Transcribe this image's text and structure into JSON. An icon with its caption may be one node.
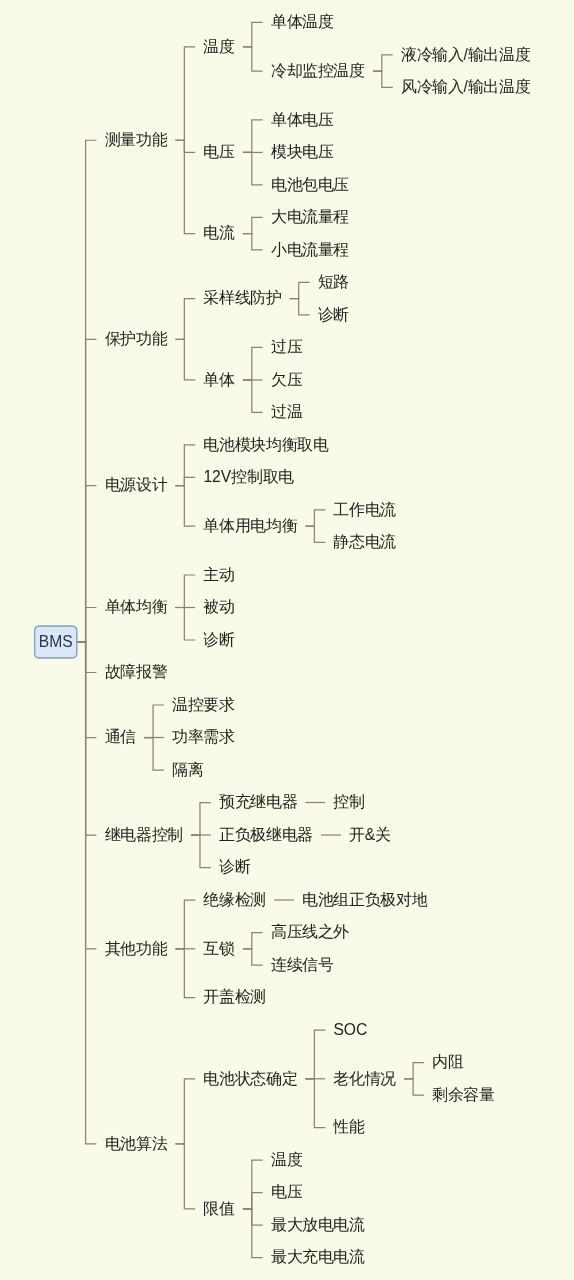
{
  "diagram": {
    "nodes": [
      {
        "text": [
          "BMS"
        ]
      },
      {
        "text": [
          "测量功能"
        ]
      },
      {
        "text": [
          "温度"
        ]
      },
      {
        "text": [
          "单体温度"
        ]
      },
      {
        "text": [
          "冷却监控温度"
        ]
      },
      {
        "text": [
          "液冷输入/输出温度"
        ]
      },
      {
        "text": [
          "风冷输入/输出温度"
        ]
      },
      {
        "text": [
          "电压"
        ]
      },
      {
        "text": [
          "单体电压"
        ]
      },
      {
        "text": [
          "模块电压"
        ]
      },
      {
        "text": [
          "电池包电压"
        ]
      },
      {
        "text": [
          "电流"
        ]
      },
      {
        "text": [
          "大电流量程"
        ]
      },
      {
        "text": [
          "小电流量程"
        ]
      },
      {
        "text": [
          "保护功能"
        ]
      },
      {
        "text": [
          "采样线防护"
        ]
      },
      {
        "text": [
          "短路"
        ]
      },
      {
        "text": [
          "诊断"
        ]
      },
      {
        "text": [
          "单体"
        ]
      },
      {
        "text": [
          "过压"
        ]
      },
      {
        "text": [
          "欠压"
        ]
      },
      {
        "text": [
          "过温"
        ]
      },
      {
        "text": [
          "电源设计"
        ]
      },
      {
        "text": [
          "电池模块均衡取电"
        ]
      },
      {
        "text": [
          "12V控制取电"
        ]
      },
      {
        "text": [
          "单体用电均衡"
        ]
      },
      {
        "text": [
          "工作电流"
        ]
      },
      {
        "text": [
          "静态电流"
        ]
      },
      {
        "text": [
          "单体均衡"
        ]
      },
      {
        "text": [
          "主动"
        ]
      },
      {
        "text": [
          "被动"
        ]
      },
      {
        "text": [
          "诊断"
        ]
      },
      {
        "text": [
          "故障报警"
        ]
      },
      {
        "text": [
          "通信"
        ]
      },
      {
        "text": [
          "温控要求"
        ]
      },
      {
        "text": [
          "功率需求"
        ]
      },
      {
        "text": [
          "隔离"
        ]
      },
      {
        "text": [
          "继电器控制"
        ]
      },
      {
        "text": [
          "预充继电器"
        ]
      },
      {
        "text": [
          "控制"
        ]
      },
      {
        "text": [
          "正负极继电器"
        ]
      },
      {
        "text": [
          "开&关"
        ]
      },
      {
        "text": [
          "诊断"
        ]
      },
      {
        "text": [
          "其他功能"
        ]
      },
      {
        "text": [
          "绝缘检测"
        ]
      },
      {
        "text": [
          "电池组正负极对地"
        ]
      },
      {
        "text": [
          "互锁"
        ]
      },
      {
        "text": [
          "高压线之外"
        ]
      },
      {
        "text": [
          "连续信号"
        ]
      },
      {
        "text": [
          "开盖检测"
        ]
      },
      {
        "text": [
          "电池算法"
        ]
      },
      {
        "text": [
          "电池状态确定"
        ]
      },
      {
        "text": [
          "SOC"
        ]
      },
      {
        "text": [
          "老化情况"
        ]
      },
      {
        "text": [
          "内阻"
        ]
      },
      {
        "text": [
          "剩余容量"
        ]
      },
      {
        "text": [
          "性能"
        ]
      },
      {
        "text": [
          "限值"
        ]
      },
      {
        "text": [
          "温度"
        ]
      },
      {
        "text": [
          "电压"
        ]
      },
      {
        "text": [
          "最大放电电流"
        ]
      },
      {
        "text": [
          "最大充电电流"
        ]
      }
    ],
    "edges": [
      {
        "from": 0,
        "to": 1,
        "arrow": "none"
      },
      {
        "from": 1,
        "to": 2,
        "arrow": "none"
      },
      {
        "from": 2,
        "to": 3,
        "arrow": "none"
      },
      {
        "from": 2,
        "to": 4,
        "arrow": "none"
      },
      {
        "from": 4,
        "to": 5,
        "arrow": "none"
      },
      {
        "from": 4,
        "to": 6,
        "arrow": "none"
      },
      {
        "from": 1,
        "to": 7,
        "arrow": "none"
      },
      {
        "from": 7,
        "to": 8,
        "arrow": "none"
      },
      {
        "from": 7,
        "to": 9,
        "arrow": "none"
      },
      {
        "from": 7,
        "to": 10,
        "arrow": "none"
      },
      {
        "from": 1,
        "to": 11,
        "arrow": "none"
      },
      {
        "from": 11,
        "to": 12,
        "arrow": "none"
      },
      {
        "from": 11,
        "to": 13,
        "arrow": "none"
      },
      {
        "from": 0,
        "to": 14,
        "arrow": "none"
      },
      {
        "from": 14,
        "to": 15,
        "arrow": "none"
      },
      {
        "from": 15,
        "to": 16,
        "arrow": "none"
      },
      {
        "from": 15,
        "to": 17,
        "arrow": "none"
      },
      {
        "from": 14,
        "to": 18,
        "arrow": "none"
      },
      {
        "from": 18,
        "to": 19,
        "arrow": "none"
      },
      {
        "from": 18,
        "to": 20,
        "arrow": "none"
      },
      {
        "from": 18,
        "to": 21,
        "arrow": "none"
      },
      {
        "from": 0,
        "to": 22,
        "arrow": "none"
      },
      {
        "from": 22,
        "to": 23,
        "arrow": "none"
      },
      {
        "from": 22,
        "to": 24,
        "arrow": "none"
      },
      {
        "from": 22,
        "to": 25,
        "arrow": "none"
      },
      {
        "from": 25,
        "to": 26,
        "arrow": "none"
      },
      {
        "from": 25,
        "to": 27,
        "arrow": "none"
      },
      {
        "from": 0,
        "to": 28,
        "arrow": "none"
      },
      {
        "from": 28,
        "to": 29,
        "arrow": "none"
      },
      {
        "from": 28,
        "to": 30,
        "arrow": "none"
      },
      {
        "from": 28,
        "to": 31,
        "arrow": "none"
      },
      {
        "from": 0,
        "to": 32,
        "arrow": "none"
      },
      {
        "from": 0,
        "to": 33,
        "arrow": "none"
      },
      {
        "from": 33,
        "to": 34,
        "arrow": "none"
      },
      {
        "from": 33,
        "to": 35,
        "arrow": "none"
      },
      {
        "from": 33,
        "to": 36,
        "arrow": "none"
      },
      {
        "from": 0,
        "to": 37,
        "arrow": "none"
      },
      {
        "from": 37,
        "to": 38,
        "arrow": "none"
      },
      {
        "from": 38,
        "to": 39,
        "arrow": "none"
      },
      {
        "from": 37,
        "to": 40,
        "arrow": "none"
      },
      {
        "from": 40,
        "to": 41,
        "arrow": "none"
      },
      {
        "from": 37,
        "to": 42,
        "arrow": "none"
      },
      {
        "from": 0,
        "to": 43,
        "arrow": "none"
      },
      {
        "from": 43,
        "to": 44,
        "arrow": "none"
      },
      {
        "from": 44,
        "to": 45,
        "arrow": "none"
      },
      {
        "from": 43,
        "to": 46,
        "arrow": "none"
      },
      {
        "from": 46,
        "to": 47,
        "arrow": "none"
      },
      {
        "from": 46,
        "to": 48,
        "arrow": "none"
      },
      {
        "from": 43,
        "to": 49,
        "arrow": "none"
      },
      {
        "from": 0,
        "to": 50,
        "arrow": "none"
      },
      {
        "from": 50,
        "to": 51,
        "arrow": "none"
      },
      {
        "from": 51,
        "to": 52,
        "arrow": "none"
      },
      {
        "from": 51,
        "to": 53,
        "arrow": "none"
      },
      {
        "from": 53,
        "to": 54,
        "arrow": "none"
      },
      {
        "from": 53,
        "to": 55,
        "arrow": "none"
      },
      {
        "from": 51,
        "to": 56,
        "arrow": "none"
      },
      {
        "from": 50,
        "to": 57,
        "arrow": "none"
      },
      {
        "from": 57,
        "to": 58,
        "arrow": "none"
      },
      {
        "from": 57,
        "to": 59,
        "arrow": "none"
      },
      {
        "from": 57,
        "to": 60,
        "arrow": "none"
      },
      {
        "from": 57,
        "to": 61,
        "arrow": "none"
      }
    ]
  }
}
